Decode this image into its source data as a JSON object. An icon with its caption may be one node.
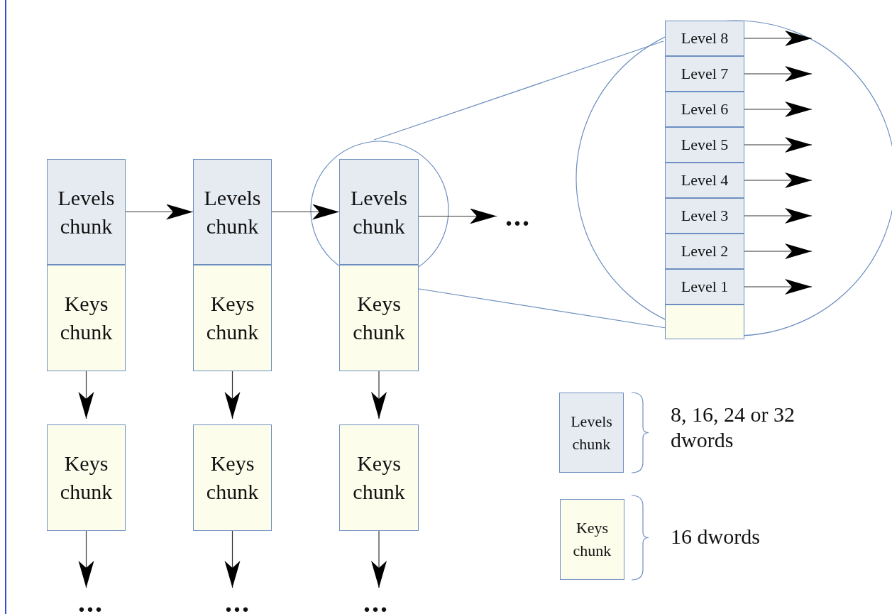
{
  "diagram": {
    "nodes": [
      {
        "text": [
          "Levels chunk"
        ]
      },
      {
        "text": [
          "Keys chunk"
        ]
      },
      {
        "text": [
          "Keys chunk"
        ]
      },
      {
        "text": [
          "..."
        ]
      },
      {
        "text": [
          "Levels chunk"
        ]
      },
      {
        "text": [
          "Keys chunk"
        ]
      },
      {
        "text": [
          "Keys chunk"
        ]
      },
      {
        "text": [
          "..."
        ]
      },
      {
        "text": [
          "Levels chunk"
        ]
      },
      {
        "text": [
          "Keys chunk"
        ]
      },
      {
        "text": [
          "Keys chunk"
        ]
      },
      {
        "text": [
          "..."
        ]
      },
      {
        "text": [
          "..."
        ]
      },
      {
        "text": [
          "Level 8"
        ]
      },
      {
        "text": [
          "Level 7"
        ]
      },
      {
        "text": [
          "Level 6"
        ]
      },
      {
        "text": [
          "Level 5"
        ]
      },
      {
        "text": [
          "Level 4"
        ]
      },
      {
        "text": [
          "Level 3"
        ]
      },
      {
        "text": [
          "Level 2"
        ]
      },
      {
        "text": [
          "Level 1"
        ]
      },
      {
        "text": [],
        "shape": "box"
      },
      {
        "text": [
          "Levels chunk"
        ],
        "beside": [
          "8, 16, 24 or 32 dwords"
        ]
      },
      {
        "text": [
          "Keys chunk"
        ],
        "beside": [
          "16 dwords"
        ]
      }
    ],
    "edges": [
      {
        "from": 0,
        "to": 4,
        "arrow": "to"
      },
      {
        "from": 4,
        "to": 8,
        "arrow": "to"
      },
      {
        "from": 8,
        "to": 12,
        "arrow": "to"
      },
      {
        "from": 1,
        "to": 2,
        "arrow": "to"
      },
      {
        "from": 2,
        "to": 3,
        "arrow": "to"
      },
      {
        "from": 5,
        "to": 6,
        "arrow": "to"
      },
      {
        "from": 6,
        "to": 7,
        "arrow": "to"
      },
      {
        "from": 9,
        "to": 10,
        "arrow": "to"
      },
      {
        "from": 10,
        "to": 11,
        "arrow": "to"
      },
      {
        "from": 13,
        "to": null,
        "arrow": "to"
      },
      {
        "from": 14,
        "to": null,
        "arrow": "to"
      },
      {
        "from": 15,
        "to": null,
        "arrow": "to"
      },
      {
        "from": 16,
        "to": null,
        "arrow": "to"
      },
      {
        "from": 17,
        "to": null,
        "arrow": "to"
      },
      {
        "from": 18,
        "to": null,
        "arrow": "to"
      },
      {
        "from": 19,
        "to": null,
        "arrow": "to"
      },
      {
        "from": 20,
        "to": null,
        "arrow": "to"
      }
    ]
  }
}
